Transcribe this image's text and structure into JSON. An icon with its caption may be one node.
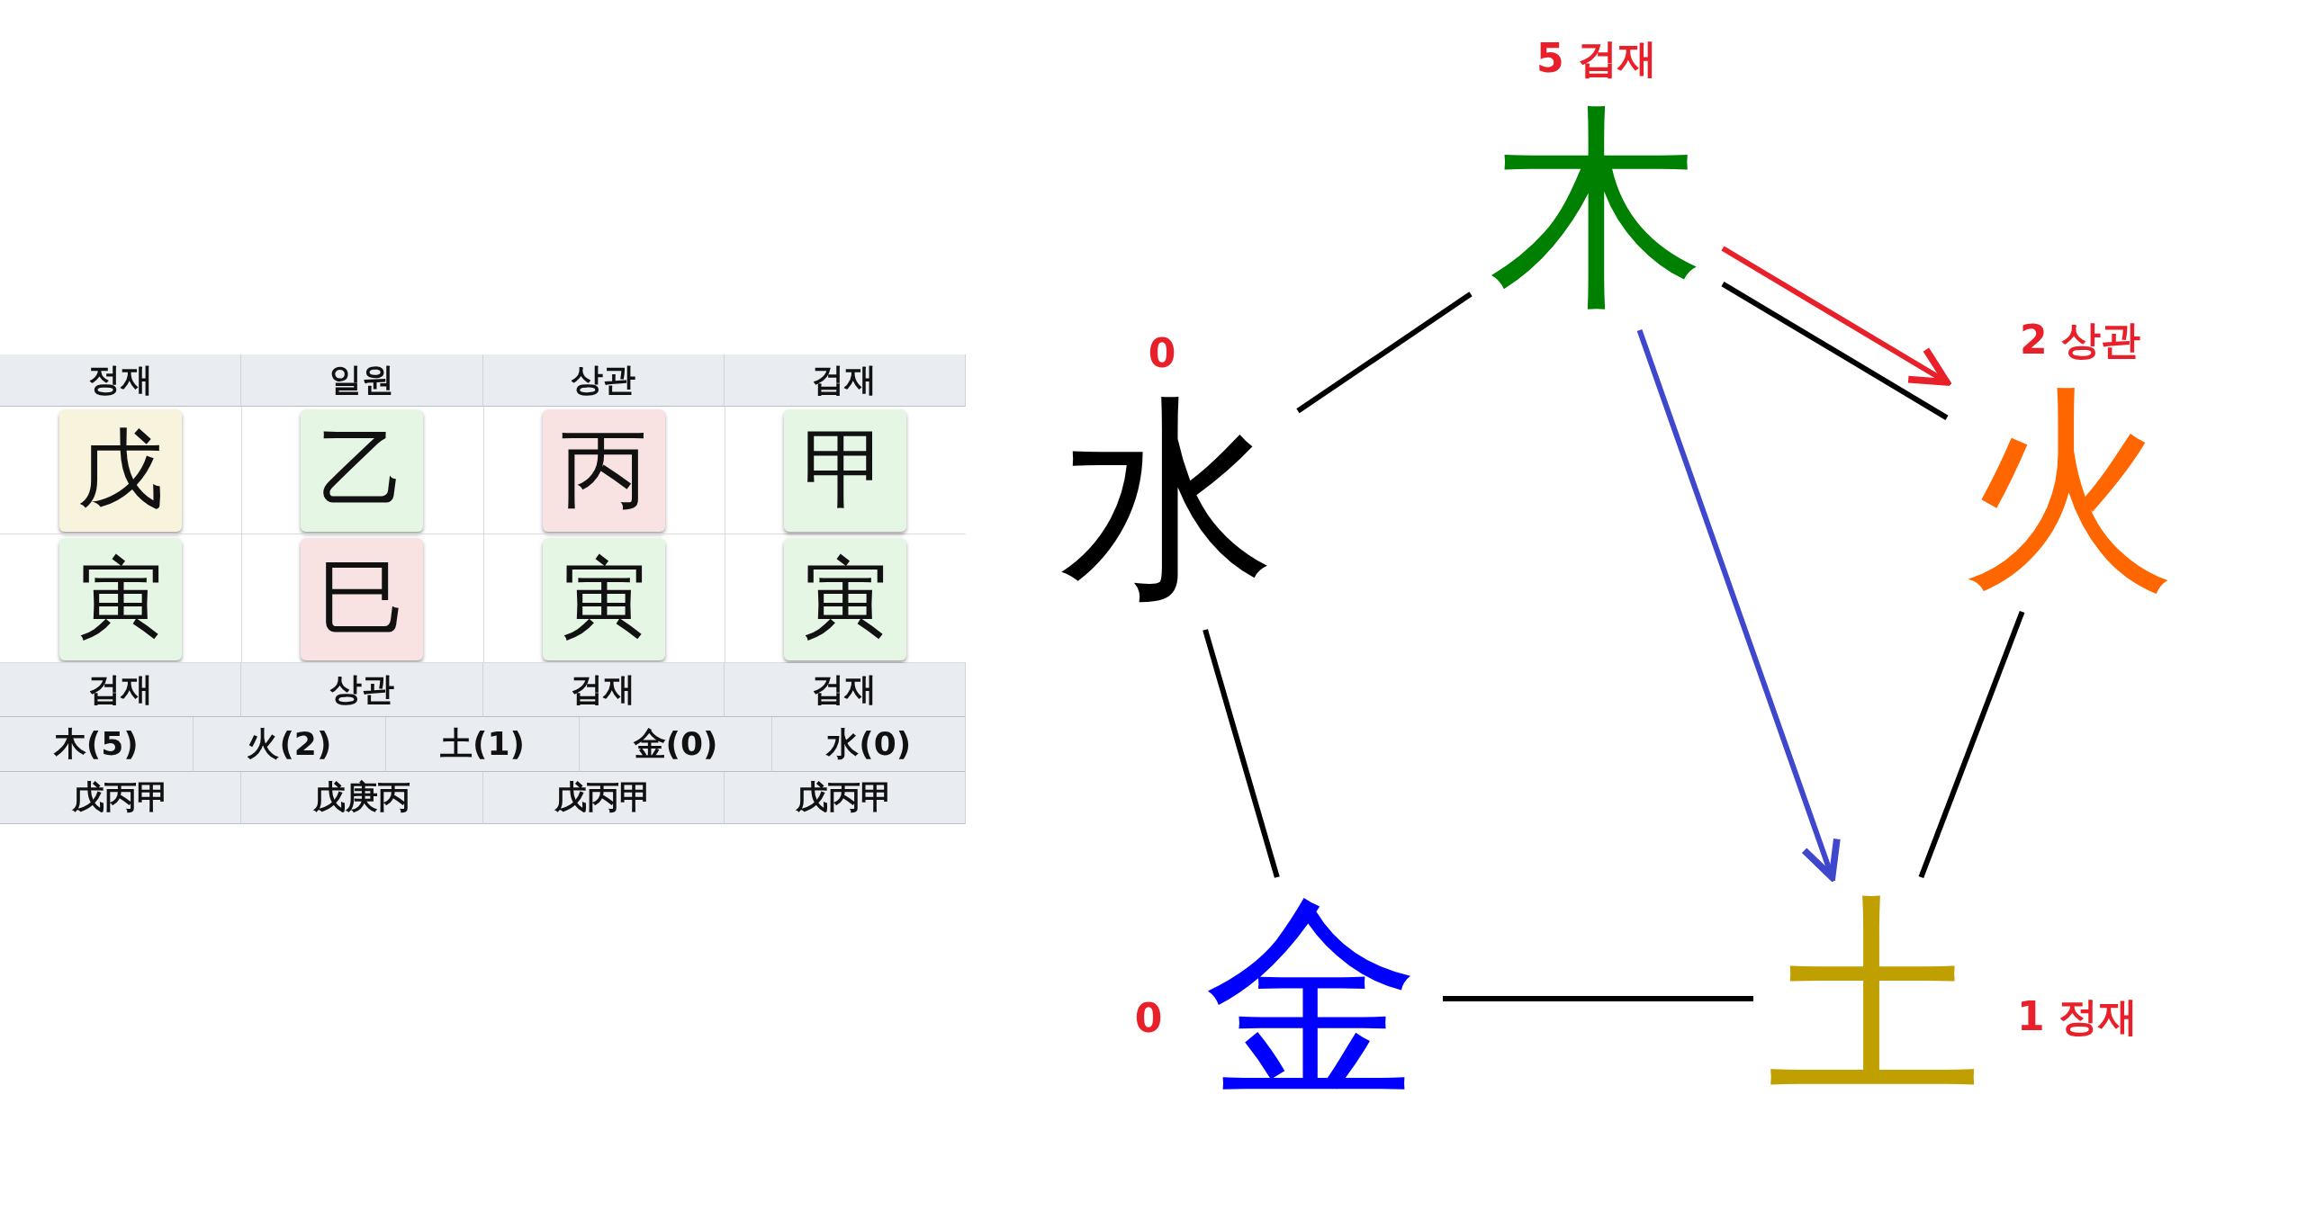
{
  "diagram": {
    "nodes": [
      {
        "text": [
          "木"
        ],
        "beside": [
          "5 겁재"
        ]
      },
      {
        "text": [
          "火"
        ],
        "beside": [
          "2 상관"
        ]
      },
      {
        "text": [
          "土"
        ],
        "beside": [
          "1 정재"
        ]
      },
      {
        "text": [
          "金"
        ],
        "beside": [
          "0"
        ]
      },
      {
        "text": [
          "水"
        ],
        "beside": [
          "0"
        ]
      }
    ],
    "edges": [
      {
        "from": 0,
        "to": 1,
        "arrow": "none"
      },
      {
        "from": 0,
        "to": 1,
        "arrow": "to",
        "color": "#e8202a"
      },
      {
        "from": 0,
        "to": 2,
        "arrow": "to",
        "color": "#3f48cc"
      },
      {
        "from": 1,
        "to": 2,
        "arrow": "none"
      },
      {
        "from": 2,
        "to": 3,
        "arrow": "none"
      },
      {
        "from": 3,
        "to": 4,
        "arrow": "none"
      },
      {
        "from": 4,
        "to": 0,
        "arrow": "none"
      }
    ],
    "labels": [
      "정재",
      "일원",
      "상관",
      "겁재",
      "戊",
      "乙",
      "丙",
      "甲",
      "寅",
      "巳",
      "寅",
      "寅",
      "겁재",
      "상관",
      "겁재",
      "겁재",
      "木(5)",
      "火(2)",
      "土(1)",
      "金(0)",
      "水(0)",
      "戊丙甲",
      "戊庚丙",
      "戊丙甲",
      "戊丙甲"
    ]
  }
}
